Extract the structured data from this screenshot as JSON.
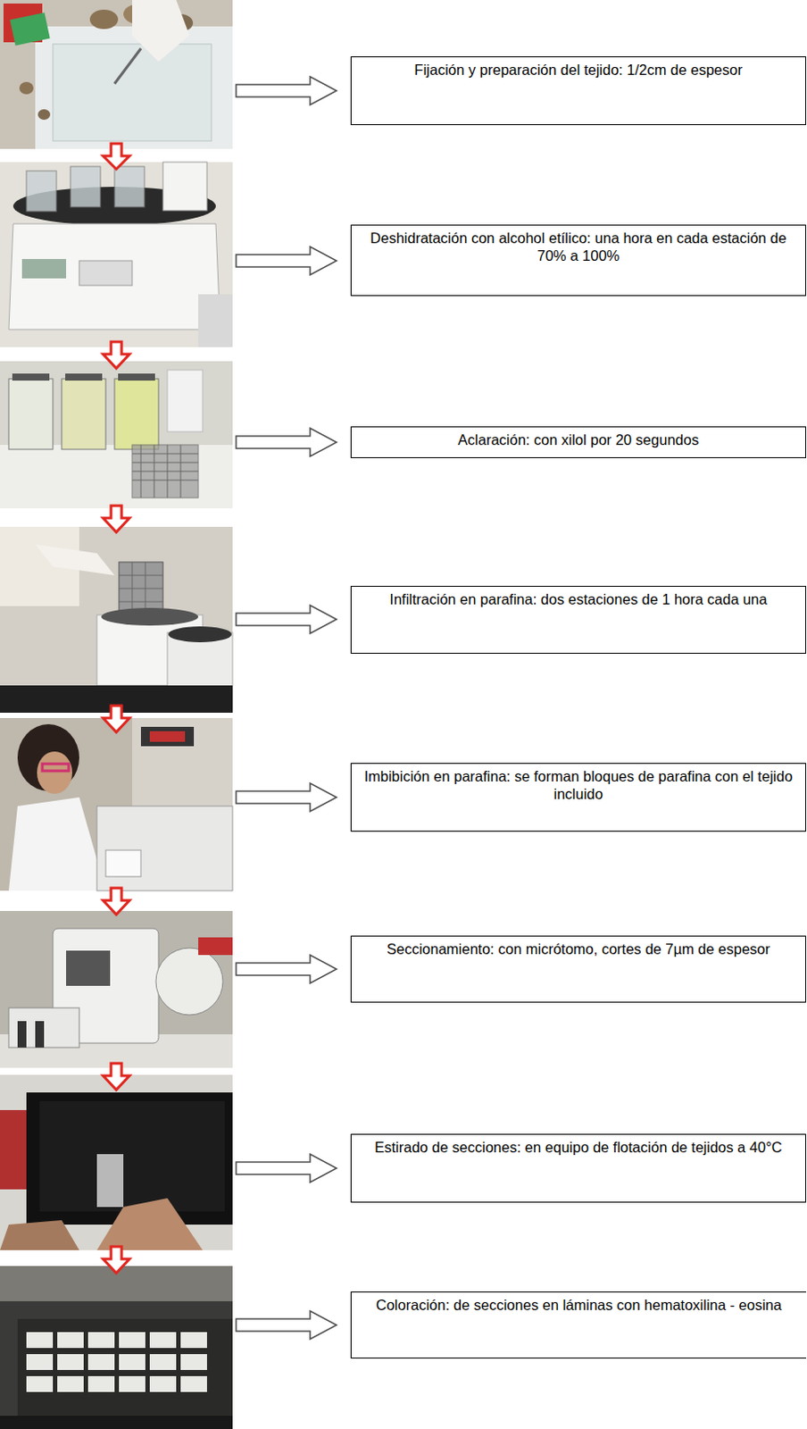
{
  "diagram": {
    "nodes": [
      {
        "text": [
          "Fijación y preparación del tejido: 1/2cm de espesor"
        ]
      },
      {
        "text": [
          "Deshidratación con alcohol etílico: una hora en cada estación de 70% a 100%"
        ]
      },
      {
        "text": [
          "Aclaración: con xilol por 20 segundos"
        ]
      },
      {
        "text": [
          "Infiltración en parafina: dos estaciones de 1 hora cada una"
        ]
      },
      {
        "text": [
          "Imbibición en parafina: se forman bloques de parafina con el tejido incluido"
        ]
      },
      {
        "text": [
          "Seccionamiento: con micrótomo, cortes de 7µm de espesor"
        ]
      },
      {
        "text": [
          "Estirado de secciones: en equipo de flotación de tejidos a 40°C"
        ]
      },
      {
        "text": [
          "Coloración: de secciones en láminas con hematoxilina - eosina"
        ]
      }
    ]
  }
}
